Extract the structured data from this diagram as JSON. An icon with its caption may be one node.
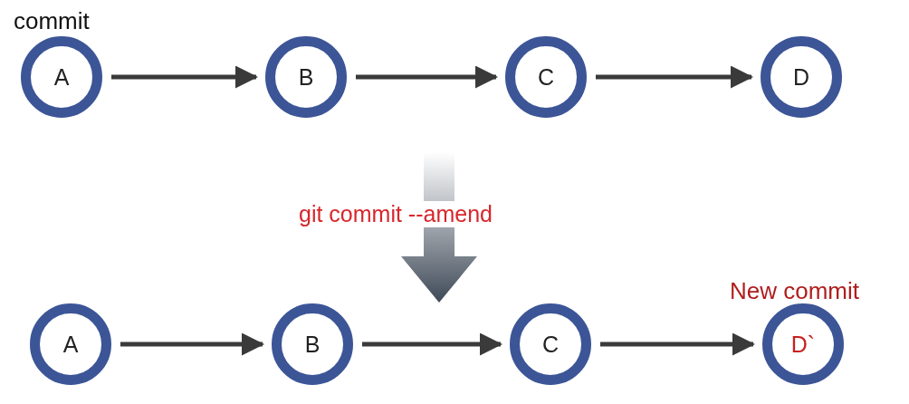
{
  "diagram": {
    "nodes": [
      {
        "text": [
          "A"
        ],
        "beside": [
          "commit"
        ]
      },
      {
        "text": [
          "B"
        ]
      },
      {
        "text": [
          "C"
        ]
      },
      {
        "text": [
          "D"
        ]
      },
      {
        "text": [
          "A"
        ]
      },
      {
        "text": [
          "B"
        ]
      },
      {
        "text": [
          "C"
        ]
      },
      {
        "text": [
          "D`"
        ],
        "beside": [
          "New commit"
        ]
      }
    ],
    "edges": [
      {
        "from": 0,
        "to": 1,
        "arrow": "to"
      },
      {
        "from": 1,
        "to": 2,
        "arrow": "to"
      },
      {
        "from": 2,
        "to": 3,
        "arrow": "to"
      },
      {
        "from": 4,
        "to": 5,
        "arrow": "to"
      },
      {
        "from": 5,
        "to": 6,
        "arrow": "to"
      },
      {
        "from": 6,
        "to": 7,
        "arrow": "to"
      }
    ],
    "labels": [
      "git commit --amend"
    ]
  }
}
